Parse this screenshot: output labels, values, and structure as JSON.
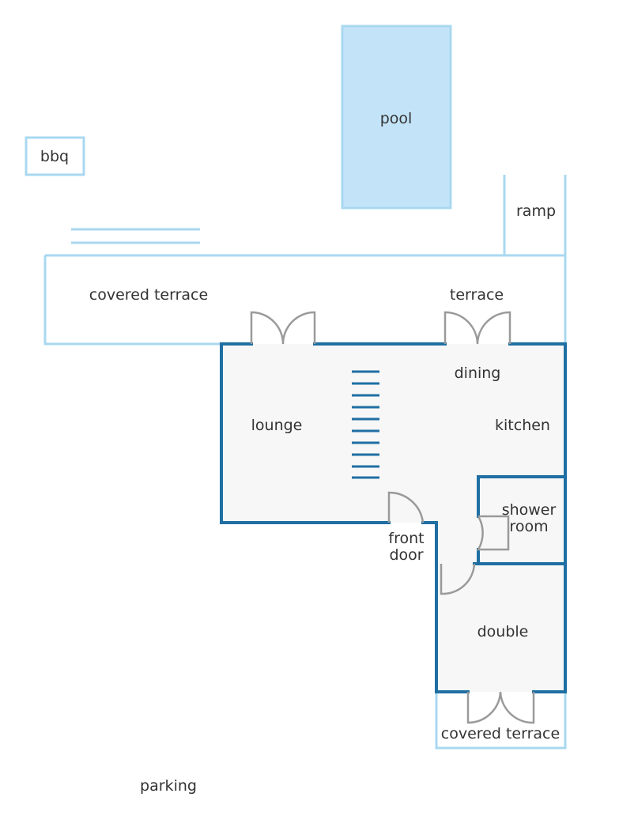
{
  "labels": {
    "pool": "pool",
    "bbq": "bbq",
    "ramp": "ramp",
    "covered_terrace_top": "covered terrace",
    "terrace": "terrace",
    "dining": "dining",
    "lounge": "lounge",
    "kitchen": "kitchen",
    "shower_line1": "shower",
    "shower_line2": "room",
    "front_door_line1": "front",
    "front_door_line2": "door",
    "double": "double",
    "covered_terrace_bottom": "covered terrace",
    "parking": "parking"
  },
  "colors": {
    "outdoor_line": "#a9d8f0",
    "pool_fill": "#c3e4f8",
    "wall": "#1f6fa3",
    "interior_fill": "#f7f7f7",
    "door": "#9a9a9a",
    "text": "#333333"
  }
}
